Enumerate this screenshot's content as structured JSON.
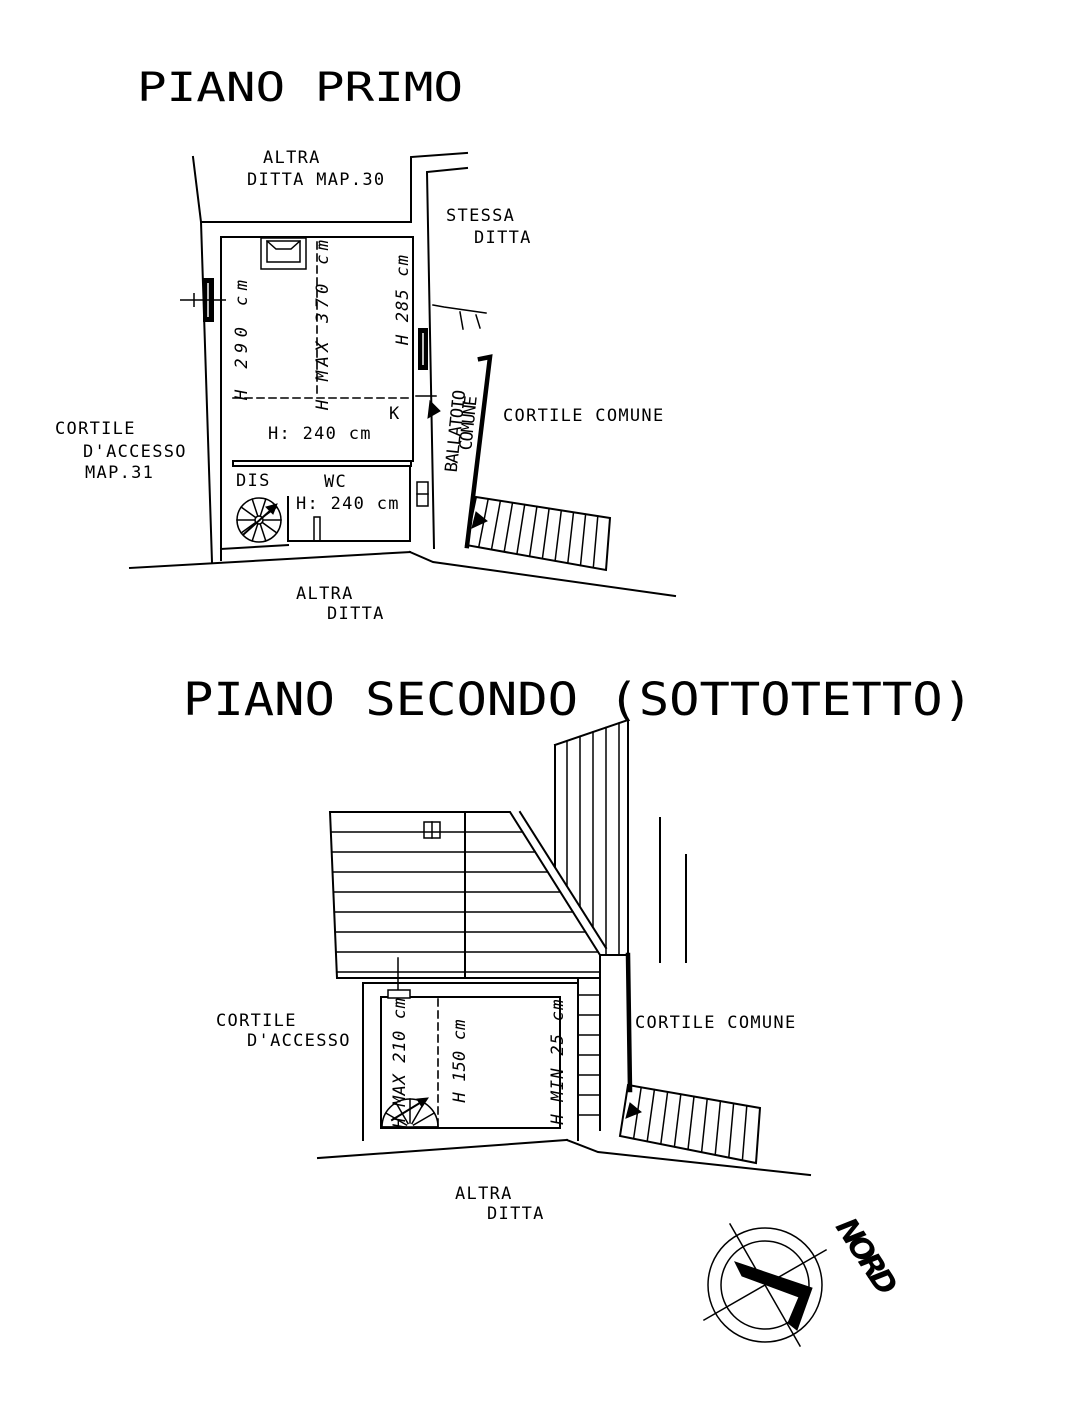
{
  "colors": {
    "ink": "#000000",
    "paper": "#ffffff"
  },
  "piano_primo": {
    "title": "PIANO PRIMO",
    "north_neighbor": [
      "ALTRA",
      "DITTA MAP.30"
    ],
    "east_neighbor": [
      "STESSA",
      "DITTA"
    ],
    "west_courtyard": [
      "CORTILE",
      "D'ACCESSO",
      "MAP.31"
    ],
    "east_courtyard": "CORTILE COMUNE",
    "south_neighbor": [
      "ALTRA",
      "DITTA"
    ],
    "balcony": [
      "BALLATOIO",
      "COMUNE"
    ],
    "rooms": {
      "k": "K",
      "dis": "DIS",
      "wc": "WC"
    },
    "heights": {
      "west": "H 290 cm",
      "ridge": "H MAX 370 cm",
      "east": "H 285 cm",
      "hall": "H: 240 cm",
      "wc": "H: 240 cm"
    }
  },
  "piano_secondo": {
    "title": "PIANO SECONDO (SOTTOTETTO)",
    "west_courtyard": [
      "CORTILE",
      "D'ACCESSO"
    ],
    "east_courtyard": "CORTILE COMUNE",
    "south_neighbor": [
      "ALTRA",
      "DITTA"
    ],
    "heights": {
      "max": "H MAX 210 cm",
      "center": "H 150 cm",
      "min": "H MIN 25 cm"
    }
  },
  "compass": {
    "label": "NORD",
    "icon": "north-arrow-icon"
  }
}
